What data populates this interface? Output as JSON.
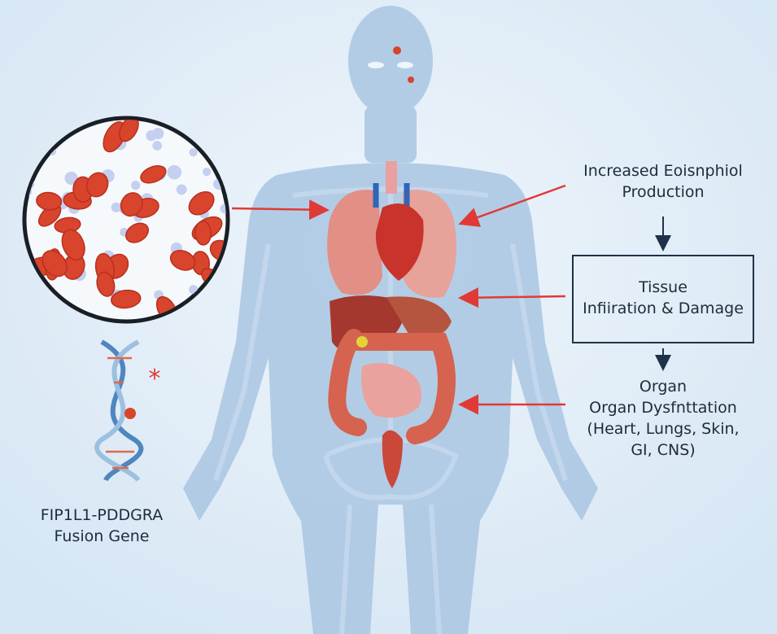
{
  "flow": {
    "step1": [
      "Increased Eoisnphiol",
      "Production"
    ],
    "step2": [
      "Tissue",
      "Infiiration & Damage"
    ],
    "step3": [
      "Organ",
      "Organ Dysfnttation",
      "(Heart, Lungs, Skin,",
      "GI, CNS)"
    ]
  },
  "gene": {
    "line1": "FIP1L1-PDDGRA",
    "line2": "Fusion Gene"
  },
  "colors": {
    "background": "#e3eef8",
    "arrow": "#e03a36",
    "body": "#a9c6e2",
    "text": "#1d2c3c",
    "blood_cell": "#d9442c"
  }
}
